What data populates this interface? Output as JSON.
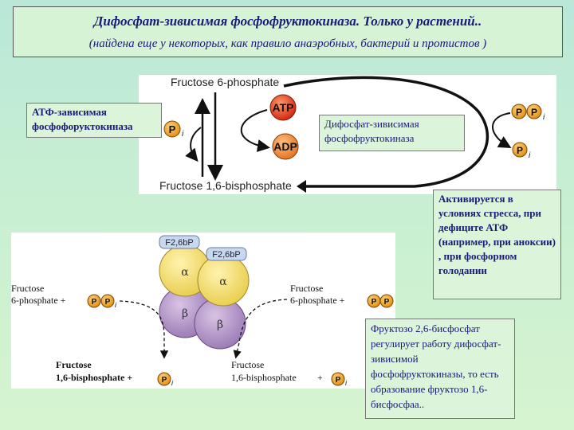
{
  "header": {
    "title": "Дифосфат-зивисимая  фосфофруктокиназа.  Только у растений..",
    "subtitle": "(найдена еще  у некоторых,  как правило анаэробных, бактерий и протистов )"
  },
  "top_diagram": {
    "fructose6p": "Fructose 6-phosphate",
    "fructose16bp": "Fructose 1,6-bisphosphate",
    "atp": "ATP",
    "adp": "ADP",
    "p": "P",
    "i": "i"
  },
  "notes": {
    "atp_enzyme": "АТФ-зависимая фосфофоруктокиназа",
    "ppi_enzyme": "Дифосфат-зивисимая фосфофруктокиназа",
    "activation": "Активируется в условиях стресса, при дефиците АТФ (например, при аноксии) , при фосфорном голодании",
    "regulation": "Фруктозо 2,6-бисфосфат регулирует работу дифосфат-зивисимой фосфофруктокиназы, то есть образование фруктозо  1,6-бисфосфаа.."
  },
  "bottom_diagram": {
    "f26bp": "F2,6bP",
    "alpha": "α",
    "beta": "β",
    "fructose": "Fructose",
    "sixp": "6-phosphate",
    "sixp_plus": "6-phosphate +",
    "fructose16_bold": "Fructose",
    "bisp16_bold": "1,6-bisphosphate +",
    "bisp16": "1,6-bisphosphate",
    "plus": "+"
  },
  "colors": {
    "alpha_yellow": "#f3e27a",
    "beta_purple": "#b697c8",
    "f26bp_blue": "#c8d8ee",
    "phosphate_orange": "#f0a020",
    "atp_red": "#e03018",
    "adp_orange": "#f08c28"
  }
}
